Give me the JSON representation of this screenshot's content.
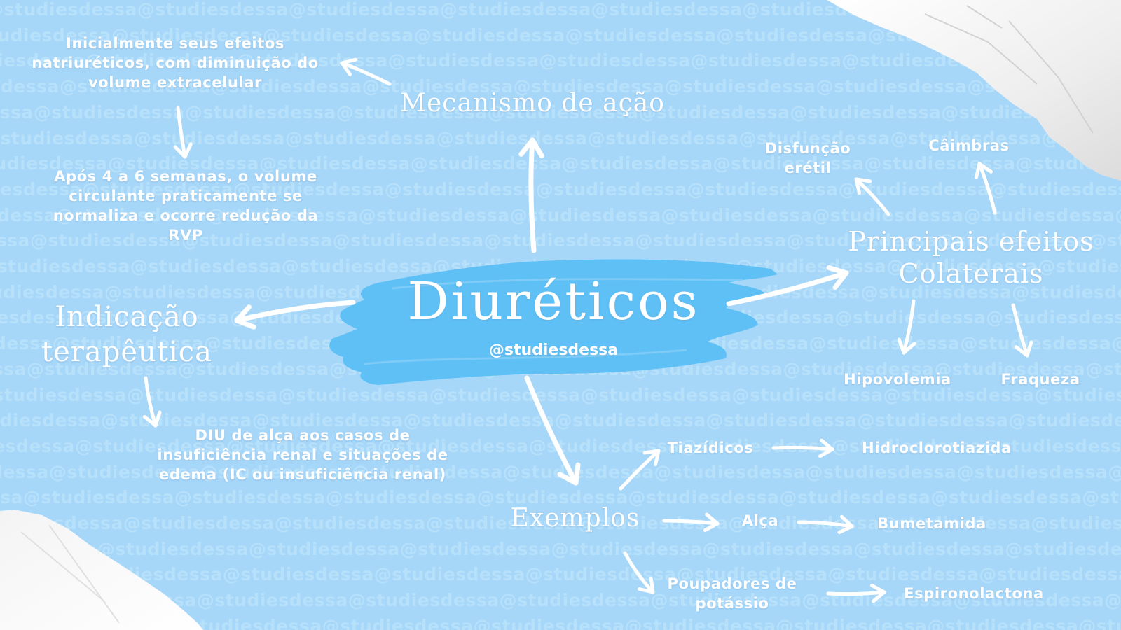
{
  "watermark": "@studiesdessa",
  "center": {
    "title": "Diuréticos",
    "handle": "@studiesdessa"
  },
  "mecanismo": {
    "title": "Mecanismo de ação",
    "note1": "Inicialmente seus efeitos natriuréticos, com diminuição do volume extracelular",
    "note2": "Após 4 a 6 semanas, o volume circulante praticamente se normaliza e ocorre redução da RVP"
  },
  "indicacao": {
    "title": "Indicação terapêutica",
    "note": "DIU de alça aos casos de insuficiência renal  e situações de edema (IC ou insuficiência renal)"
  },
  "efeitos": {
    "title": "Principais efeitos Colaterais",
    "items": [
      "Disfunção erétil",
      "Câimbras",
      "Hipovolemia",
      "Fraqueza"
    ]
  },
  "exemplos": {
    "title": "Exemplos",
    "classes": [
      {
        "name": "Tiazídicos",
        "drug": "Hidroclorotiazida"
      },
      {
        "name": "Alça",
        "drug": "Bumetamida"
      },
      {
        "name": "Poupadores de potássio",
        "drug": "Espironolactona"
      }
    ]
  },
  "colors": {
    "background": "#a6d6f8",
    "watermark": "#b7e0fb",
    "brush": "#5fc0f5",
    "text": "#ffffff"
  }
}
